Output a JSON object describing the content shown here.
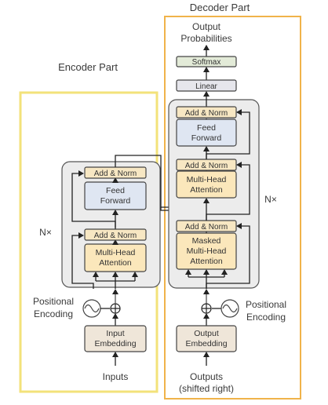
{
  "colors": {
    "encoder_frame": "#f3e27a",
    "decoder_frame": "#f0b34a",
    "block_bg": "#ececec",
    "block_border": "#555555",
    "addnorm_fill": "#f7e7c3",
    "attention_fill": "#fbe7bb",
    "ff_fill": "#dfe6f2",
    "linear_fill": "#e6e6ec",
    "softmax_fill": "#e3ebd8",
    "embed_fill": "#efe6d9"
  },
  "encoder": {
    "title": "Encoder Part",
    "repeat_label": "N×",
    "add_norm_top": "Add & Norm",
    "feed_forward": [
      "Feed",
      "Forward"
    ],
    "add_norm_bottom": "Add & Norm",
    "attention": [
      "Multi-Head",
      "Attention"
    ],
    "positional": [
      "Positional",
      "Encoding"
    ],
    "embedding": [
      "Input",
      "Embedding"
    ],
    "input_label": "Inputs"
  },
  "decoder": {
    "title": "Decoder Part",
    "output_probabilities": [
      "Output",
      "Probabilities"
    ],
    "softmax": "Softmax",
    "linear": "Linear",
    "add_norm_top": "Add & Norm",
    "feed_forward": [
      "Feed",
      "Forward"
    ],
    "add_norm_mid": "Add & Norm",
    "attention": [
      "Multi-Head",
      "Attention"
    ],
    "add_norm_bottom": "Add & Norm",
    "masked_attention": [
      "Masked",
      "Multi-Head",
      "Attention"
    ],
    "repeat_label": "N×",
    "positional": [
      "Positional",
      "Encoding"
    ],
    "embedding": [
      "Output",
      "Embedding"
    ],
    "output_label": [
      "Outputs",
      "(shifted right)"
    ]
  }
}
